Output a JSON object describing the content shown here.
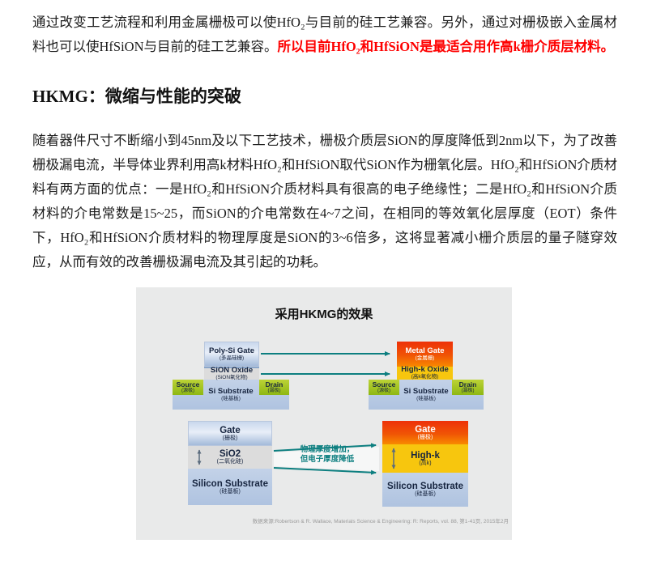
{
  "article": {
    "para1": {
      "normal": "通过改变工艺流程和利用金属栅极可以使HfO₂与目前的硅工艺兼容。另外，通过对栅极嵌入金属材料也可以使HfSiON与目前的硅工艺兼容。",
      "highlight": "所以目前HfO₂和HfSiON是最适合用作高k栅介质层材料。",
      "highlight_color": "#fe0000"
    },
    "heading": "HKMG：微缩与性能的突破",
    "para2": "随着器件尺寸不断缩小到45nm及以下工艺技术，栅极介质层SiON的厚度降低到2nm以下，为了改善栅极漏电流，半导体业界利用高k材料HfO₂和HfSiON取代SiON作为栅氧化层。HfO₂和HfSiON介质材料有两方面的优点：一是HfO₂和HfSiON介质材料具有很高的电子绝缘性；二是HfO₂和HfSiON介质材料的介电常数是15~25，而SiON的介电常数在4~7之间，在相同的等效氧化层厚度（EOT）条件下，HfO₂和HfSiON介质材料的物理厚度是SiON的3~6倍多，这将显著减小栅介质层的量子隧穿效应，从而有效的改善栅极漏电流及其引起的功耗。"
  },
  "diagram": {
    "title": "采用HKMG的效果",
    "colors": {
      "figure_background": "#e9eaea",
      "teal_arrow": "#0d7f80",
      "metal_gate_red": "#ee3109",
      "highk_yellow": "#f7c60e",
      "source_drain_green": "#a5c41e",
      "substrate_blue": "#b9cbe4",
      "poly_gate_blue": "#c7d6ec"
    },
    "before_transistor": {
      "gate": {
        "en": "Poly-Si Gate",
        "zh": "(多晶硅栅)"
      },
      "oxide": {
        "en": "SiON Oxide",
        "zh": "(SiON氧化物)"
      },
      "source": {
        "en": "Source",
        "zh": "(源极)"
      },
      "drain": {
        "en": "Drain",
        "zh": "(漏极)"
      },
      "substrate": {
        "en": "Si Substrate",
        "zh": "(硅基板)"
      }
    },
    "after_transistor": {
      "gate": {
        "en": "Metal Gate",
        "zh": "(金属栅)"
      },
      "oxide": {
        "en": "High-k Oxide",
        "zh": "(高k氧化物)"
      },
      "source": {
        "en": "Source",
        "zh": "(源极)"
      },
      "drain": {
        "en": "Drain",
        "zh": "(漏极)"
      },
      "substrate": {
        "en": "Si Substrate",
        "zh": "(硅基板)"
      }
    },
    "before_stack": {
      "gate": {
        "en": "Gate",
        "zh": "(栅极)"
      },
      "oxide": {
        "en": "SiO2",
        "zh": "(二氧化硅)"
      },
      "substrate": {
        "en": "Silicon Substrate",
        "zh": "(硅基板)"
      }
    },
    "after_stack": {
      "gate": {
        "en": "Gate",
        "zh": "(栅极)"
      },
      "oxide": {
        "en": "High-k",
        "zh": "(高k)"
      },
      "substrate": {
        "en": "Silicon Substrate",
        "zh": "(硅基板)"
      }
    },
    "annotation_line1": "物理厚度增加，",
    "annotation_line2": "但电子厚度降低",
    "source_note": "数据来源:Robertson & R. Wallace, Materials Science & Engineering: R: Reports, vol. 88, 第1-41页, 2015年2月"
  }
}
